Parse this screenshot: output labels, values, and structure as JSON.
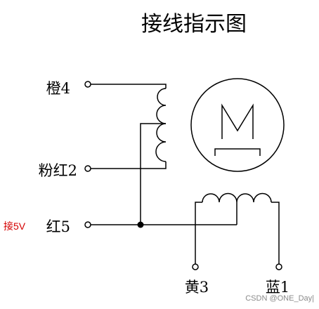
{
  "title": "接线指示图",
  "pins": {
    "orange": "橙4",
    "pink": "粉红2",
    "red": "红5",
    "yellow": "黄3",
    "blue": "蓝1"
  },
  "note": "接5V",
  "motor_symbol": "M",
  "watermark": "CSDN @ONE_Day|",
  "colors": {
    "line": "#000000",
    "note": "#d40000",
    "watermark": "#8a8a8a"
  }
}
